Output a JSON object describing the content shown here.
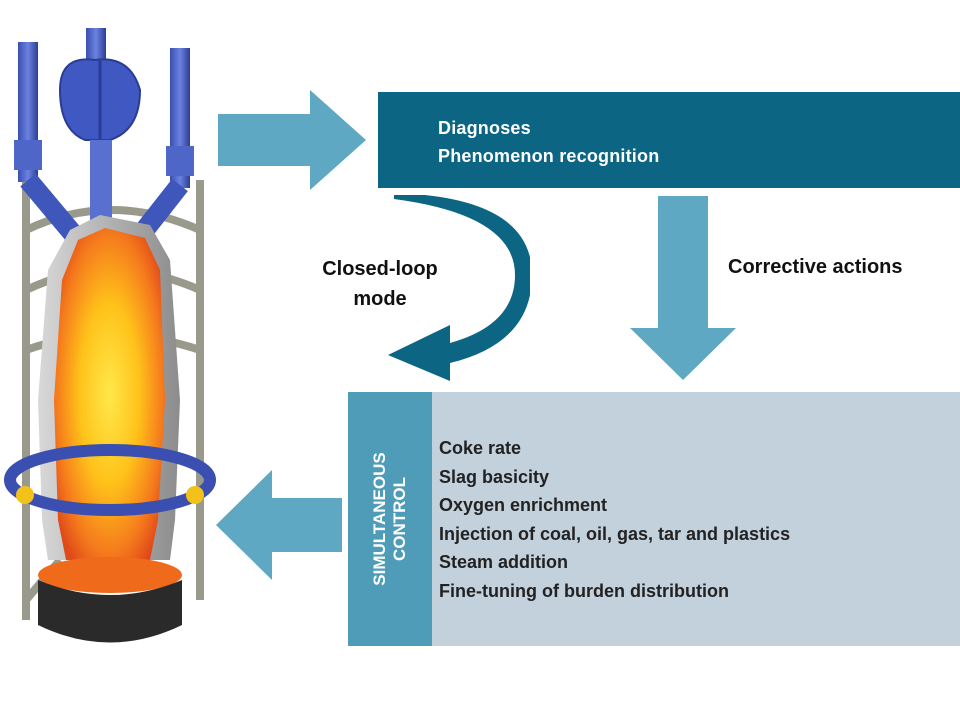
{
  "diagnosis_box": {
    "line1": "Diagnoses",
    "line2": "Phenomenon recognition"
  },
  "labels": {
    "closed_loop_1": "Closed-loop",
    "closed_loop_2": "mode",
    "corrective": "Corrective actions"
  },
  "control_box": {
    "side_line1": "SIMULTANEOUS",
    "side_line2": "CONTROL",
    "items": [
      "Coke rate",
      "Slag basicity",
      "Oxygen enrichment",
      "Injection of coal, oil, gas, tar and plastics",
      "Steam addition",
      "Fine-tuning of burden distribution"
    ]
  },
  "colors": {
    "dark_blue": "#0b6583",
    "light_blue_arrow": "#5ea8c4",
    "control_side": "#4f9cb8",
    "control_bg": "#c3d1dd"
  }
}
